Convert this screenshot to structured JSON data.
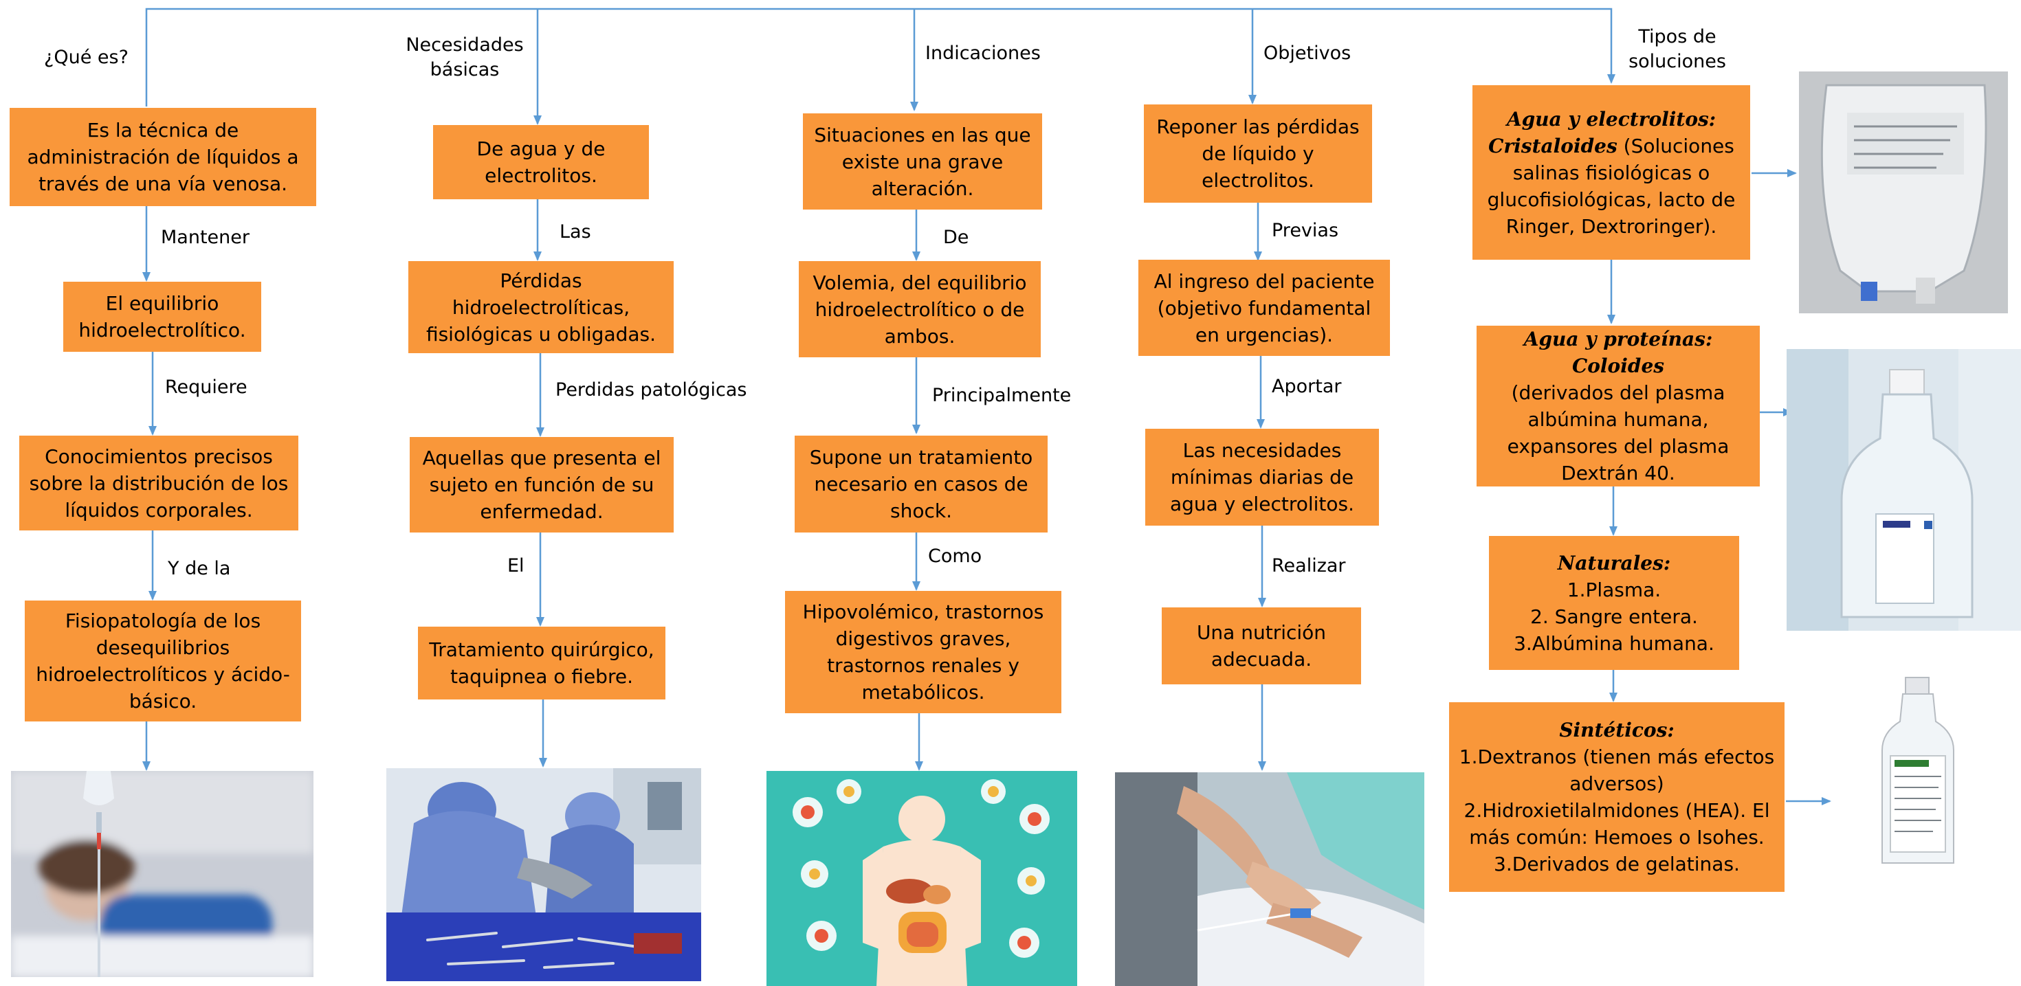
{
  "columns": [
    {
      "heading": "¿Qué es?",
      "boxes": [
        "Es la técnica de administración de líquidos a través de una vía venosa.",
        "El equilibrio hidroelectrolítico.",
        "Conocimientos precisos sobre la distribución de los líquidos corporales.",
        "Fisiopatología de los desequilibrios hidroelectrolíticos y ácido-básico."
      ],
      "connectors": [
        "Mantener",
        "Requiere",
        "Y de la"
      ],
      "image": "patient-with-iv-drip-photo"
    },
    {
      "heading": "Necesidades básicas",
      "boxes": [
        "De agua y de electrolitos.",
        "Pérdidas hidroelectrolíticas, fisiológicas u obligadas.",
        "Aquellas que presenta el sujeto en función de su enfermedad.",
        "Tratamiento quirúrgico, taquipnea o fiebre."
      ],
      "connectors": [
        "Las",
        "Perdidas patológicas",
        "El"
      ],
      "image": "surgeons-operating-room-photo"
    },
    {
      "heading": "Indicaciones",
      "boxes": [
        "Situaciones en las que existe una grave alteración.",
        "Volemia, del equilibrio hidroelectrolítico o de ambos.",
        "Supone un tratamiento necesario en casos de shock.",
        "Hipovolémico, trastornos digestivos graves, trastornos renales y metabólicos."
      ],
      "connectors": [
        "De",
        "Principalmente",
        "Como"
      ],
      "image": "human-organs-illustration"
    },
    {
      "heading": "Objetivos",
      "boxes": [
        "Reponer las pérdidas de líquido y electrolitos.",
        "Al ingreso del paciente (objetivo fundamental en urgencias).",
        "Las necesidades mínimas diarias de agua y electrolitos.",
        "Una nutrición adecuada."
      ],
      "connectors": [
        "Previas",
        "Aportar",
        "Realizar"
      ],
      "image": "iv-catheter-hand-photo"
    }
  ],
  "solutions": {
    "heading": "Tipos de soluciones",
    "boxes": [
      {
        "title1": "Agua y electrolitos:",
        "title2": "Cristaloides",
        "text": "(Soluciones salinas fisiológicas o glucofisiológicas, lacto de Ringer, Dextroringer)."
      },
      {
        "title": "Agua y proteínas: Coloides",
        "text": "(derivados del plasma albúmina humana, expansores del plasma Dextrán 40."
      },
      {
        "title": "Naturales:",
        "items": [
          "1.Plasma.",
          "2. Sangre entera.",
          "3.Albúmina humana."
        ]
      },
      {
        "title": "Sintéticos:",
        "items": [
          "1.Dextranos (tienen más efectos adversos)",
          "2.Hidroxietilalmidones (HEA).  El más común: Hemoes o Isohes.",
          "3.Derivados de gelatinas."
        ]
      }
    ],
    "images": [
      "iv-fluid-bag-photo",
      "saline-bottle-photo",
      "dextran-bottle-photo"
    ]
  },
  "colors": {
    "box": "#F9973A",
    "line": "#5B9BD5"
  }
}
